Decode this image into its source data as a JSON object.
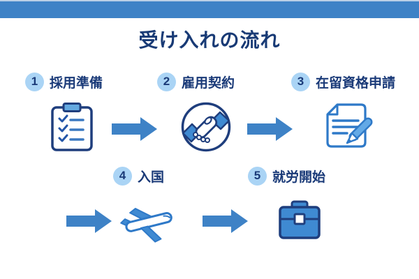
{
  "page": {
    "title": "受け入れの流れ",
    "accent_color": "#3e82c6",
    "title_color": "#183a75",
    "number_circle_color": "#aad4f5"
  },
  "steps": [
    {
      "number": "1",
      "label": "採用準備",
      "icon": "clipboard-checklist"
    },
    {
      "number": "2",
      "label": "雇用契約",
      "icon": "handshake"
    },
    {
      "number": "3",
      "label": "在留資格申請",
      "icon": "document-pencil"
    },
    {
      "number": "4",
      "label": "入国",
      "icon": "airplane"
    },
    {
      "number": "5",
      "label": "就労開始",
      "icon": "briefcase"
    }
  ],
  "arrows": {
    "direction": "right",
    "color": "#3e82c6"
  }
}
